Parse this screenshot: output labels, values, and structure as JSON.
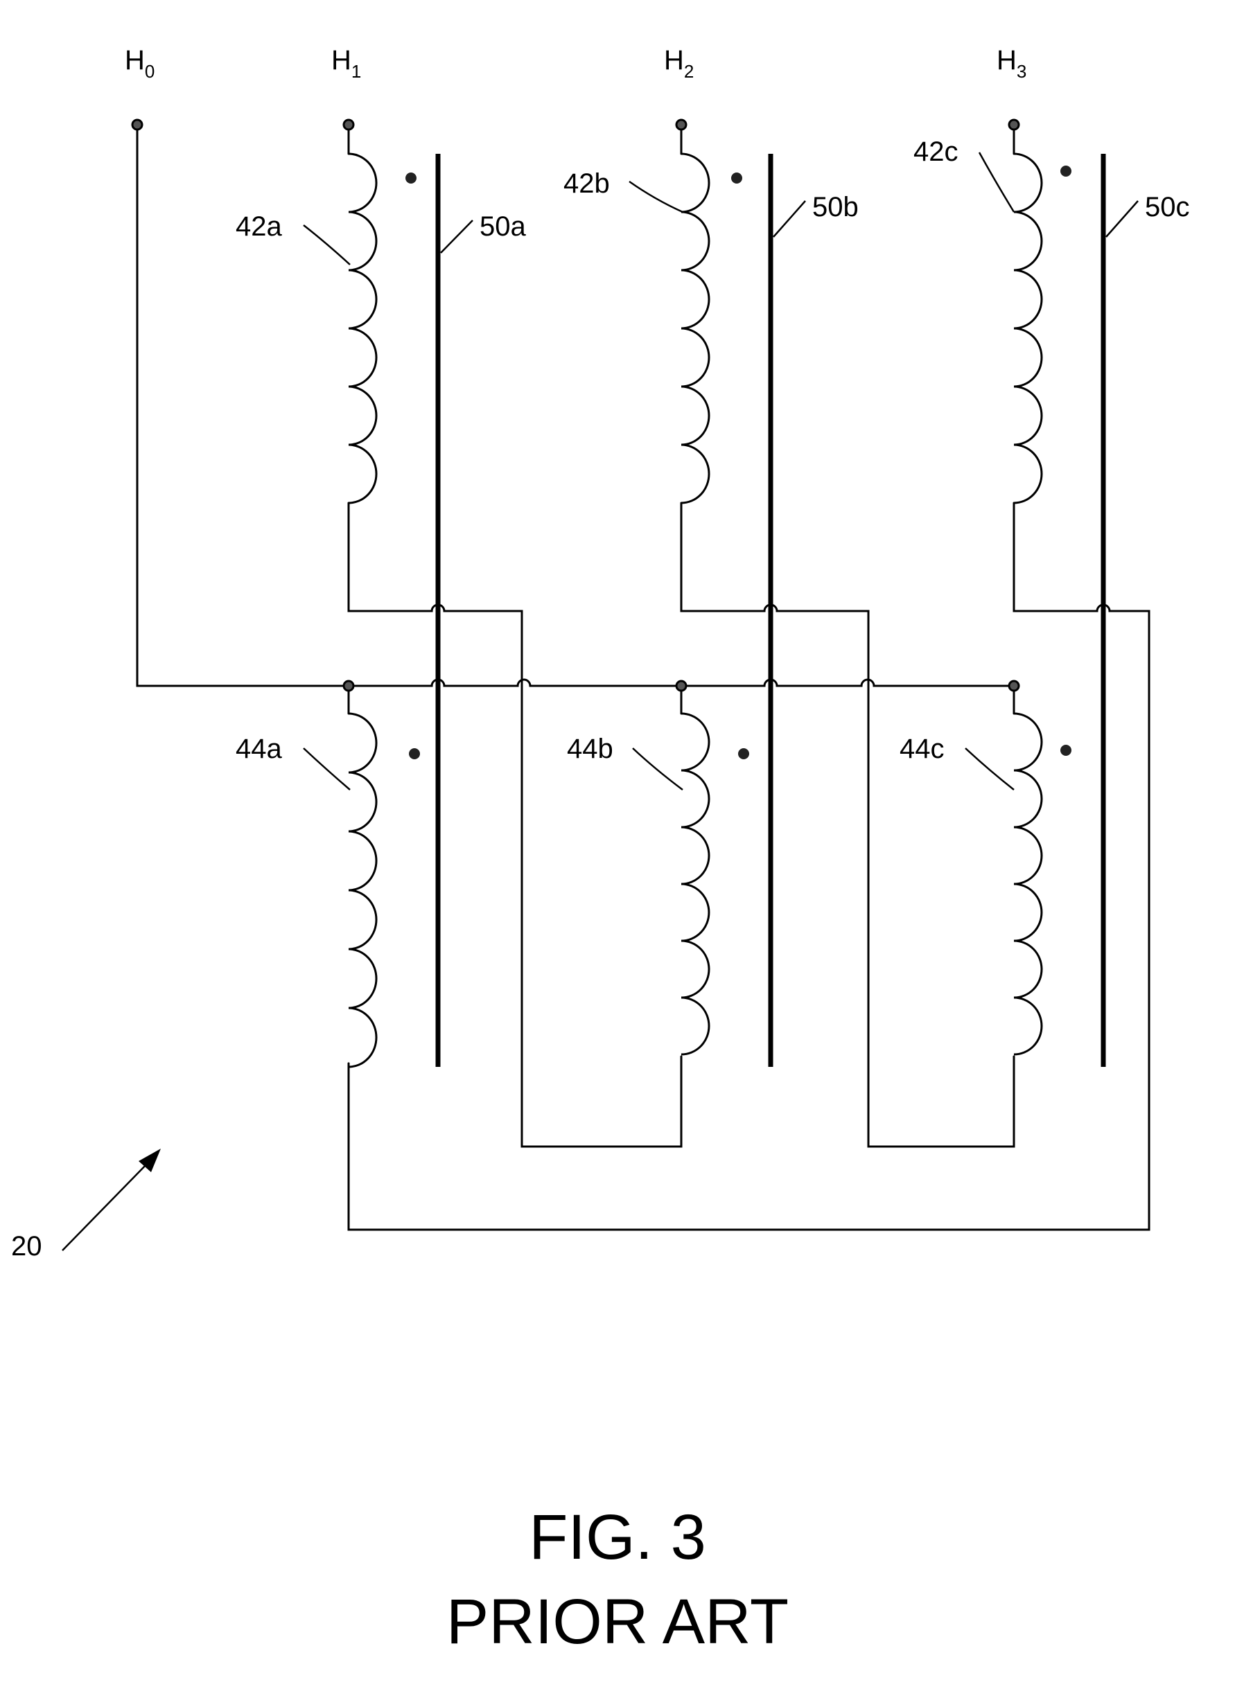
{
  "terminals": [
    {
      "key": "h0",
      "base": "H",
      "sub": "0"
    },
    {
      "key": "h1",
      "base": "H",
      "sub": "1"
    },
    {
      "key": "h2",
      "base": "H",
      "sub": "2"
    },
    {
      "key": "h3",
      "base": "H",
      "sub": "3"
    }
  ],
  "labels": {
    "winding_42a": "42a",
    "winding_42b": "42b",
    "winding_42c": "42c",
    "core_50a": "50a",
    "core_50b": "50b",
    "core_50c": "50c",
    "winding_44a": "44a",
    "winding_44b": "44b",
    "winding_44c": "44c",
    "reference_20": "20"
  },
  "caption": {
    "figure": "FIG. 3",
    "note": "PRIOR ART"
  }
}
